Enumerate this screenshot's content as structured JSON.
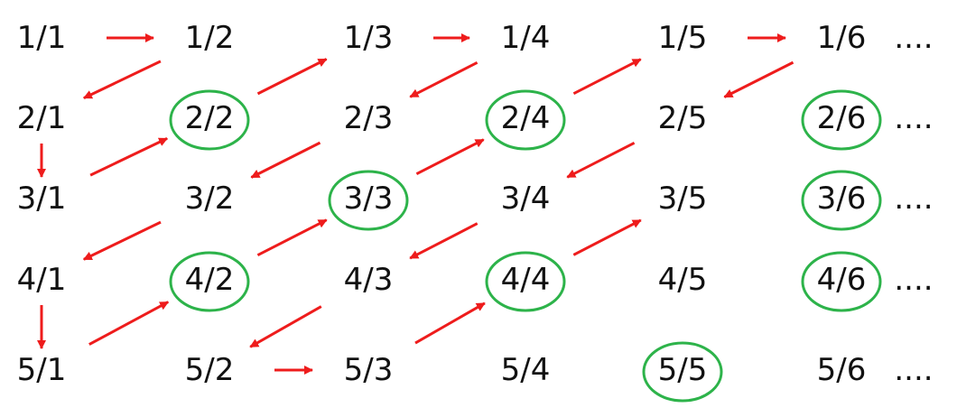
{
  "grid": {
    "rows": [
      [
        "1/1",
        "1/2",
        "1/3",
        "1/4",
        "1/5",
        "1/6"
      ],
      [
        "2/1",
        "2/2",
        "2/3",
        "2/4",
        "2/5",
        "2/6"
      ],
      [
        "3/1",
        "3/2",
        "3/3",
        "3/4",
        "3/5",
        "3/6"
      ],
      [
        "4/1",
        "4/2",
        "4/3",
        "4/4",
        "4/5",
        "4/6"
      ],
      [
        "5/1",
        "5/2",
        "5/3",
        "5/4",
        "5/5",
        "5/6"
      ]
    ],
    "continuation": "....",
    "circled": [
      [
        2,
        2
      ],
      [
        2,
        4
      ],
      [
        2,
        6
      ],
      [
        3,
        3
      ],
      [
        3,
        6
      ],
      [
        4,
        2
      ],
      [
        4,
        4
      ],
      [
        4,
        6
      ],
      [
        5,
        5
      ]
    ]
  },
  "path": [
    [
      1,
      1
    ],
    [
      1,
      2
    ],
    [
      2,
      1
    ],
    [
      3,
      1
    ],
    [
      2,
      2
    ],
    [
      1,
      3
    ],
    [
      1,
      4
    ],
    [
      2,
      3
    ],
    [
      3,
      2
    ],
    [
      4,
      1
    ],
    [
      5,
      1
    ],
    [
      4,
      2
    ],
    [
      3,
      3
    ],
    [
      2,
      4
    ],
    [
      1,
      5
    ],
    [
      1,
      6
    ],
    [
      2,
      5
    ],
    [
      3,
      4
    ],
    [
      4,
      3
    ],
    [
      5,
      2
    ],
    [
      5,
      3
    ],
    [
      4,
      4
    ],
    [
      3,
      5
    ]
  ],
  "colors": {
    "text": "#111111",
    "arrow": "#ee1c1c",
    "circle": "#2db34a"
  }
}
